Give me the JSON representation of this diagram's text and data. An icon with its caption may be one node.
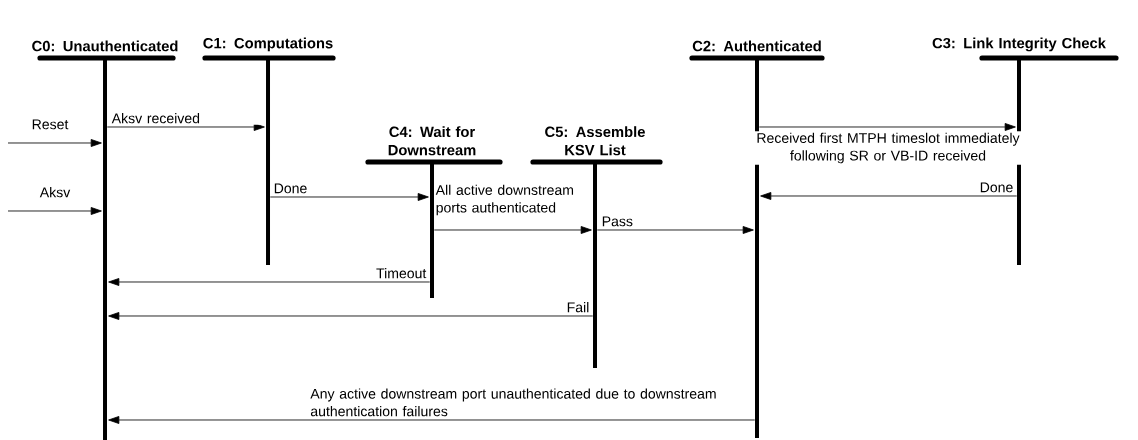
{
  "diagram": {
    "nodes": [
      {
        "text": [
          "C0: Unauthenticated"
        ]
      },
      {
        "text": [
          "C1: Computations"
        ]
      },
      {
        "text": [
          "C2: Authenticated"
        ]
      },
      {
        "text": [
          "C3: Link Integrity Check"
        ]
      },
      {
        "text": [
          "C4: Wait for Downstream"
        ]
      },
      {
        "text": [
          "C5: Assemble KSV List"
        ]
      }
    ],
    "edges": [
      {
        "from": null,
        "to": 0,
        "arrow": "to",
        "label": "Reset"
      },
      {
        "from": null,
        "to": 0,
        "arrow": "to",
        "label": "Aksv"
      },
      {
        "from": 0,
        "to": 1,
        "arrow": "to",
        "label": "Aksv received"
      },
      {
        "from": 1,
        "to": 4,
        "arrow": "to",
        "label": "Done"
      },
      {
        "from": 4,
        "to": 5,
        "arrow": "to",
        "label": "All active downstream ports authenticated"
      },
      {
        "from": 5,
        "to": 2,
        "arrow": "to",
        "label": "Pass"
      },
      {
        "from": 2,
        "to": 3,
        "arrow": "to",
        "label": "Received first MTPH timeslot immediately following SR or VB-ID received"
      },
      {
        "from": 3,
        "to": 2,
        "arrow": "to",
        "label": "Done"
      },
      {
        "from": 4,
        "to": 0,
        "arrow": "to",
        "label": "Timeout"
      },
      {
        "from": 5,
        "to": 0,
        "arrow": "to",
        "label": "Fail"
      },
      {
        "from": 2,
        "to": 0,
        "arrow": "to",
        "label": "Any active downstream port unauthenticated due to downstream authentication failures"
      }
    ]
  }
}
